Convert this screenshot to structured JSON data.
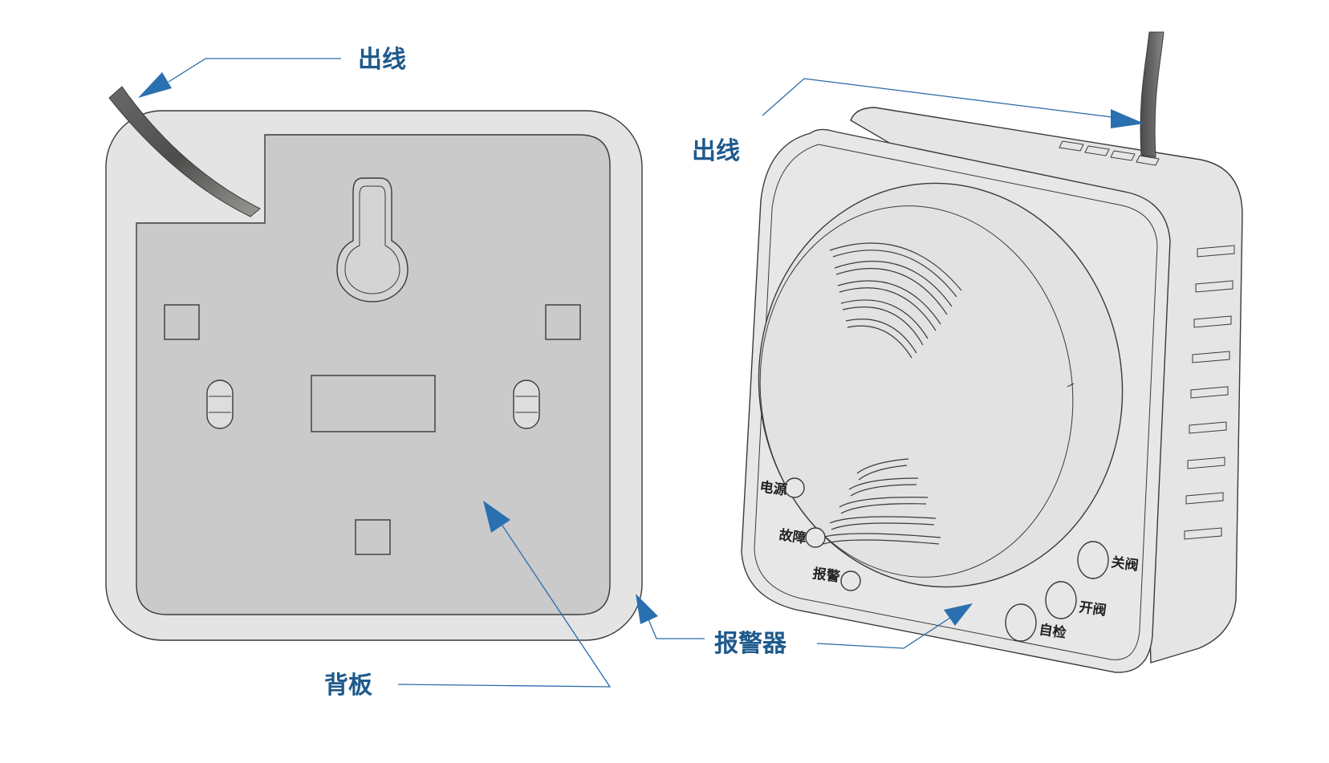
{
  "labels": {
    "left_cable": "出线",
    "right_cable": "出线",
    "back_plate": "背板",
    "alarm": "报警器"
  },
  "indicators": {
    "power": "电源",
    "fault": "故障",
    "alarm": "报警"
  },
  "buttons": {
    "close_valve": "关阀",
    "open_valve": "开阀",
    "self_test": "自检"
  },
  "colors": {
    "callout_text": "#1e5a8c",
    "leader_line": "#2a6aa8",
    "arrow": "#2a70b0",
    "housing": "#e3e4e3",
    "back_panel": "#c9cac9",
    "cable": "#5b5a58"
  }
}
